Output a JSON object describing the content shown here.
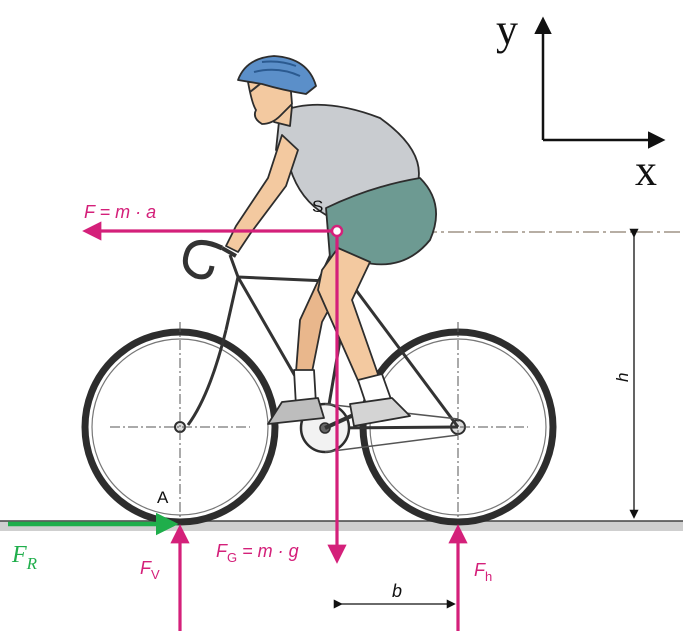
{
  "axes": {
    "x_label": "x",
    "y_label": "y"
  },
  "labels": {
    "force_inertia": "F = m · a",
    "center_of_mass": "S",
    "height": "h",
    "contact_point": "A",
    "friction_base": "F",
    "friction_sub": "R",
    "front_force_base": "F",
    "front_force_sub": "V",
    "gravity_base": "F",
    "gravity_sub": "G",
    "gravity_rest": " = m · g",
    "rear_force_base": "F",
    "rear_force_sub": "h",
    "offset": "b"
  },
  "colors": {
    "force": "#d4207a",
    "friction": "#1fae4b",
    "outline": "#2d2d2d",
    "helmet": "#5b8fc9",
    "shirt": "#c9ccd0",
    "shorts": "#6d9a92",
    "skin": "#f3c9a0",
    "ground": "#c8c8c8",
    "dim_line": "#9f9486"
  }
}
